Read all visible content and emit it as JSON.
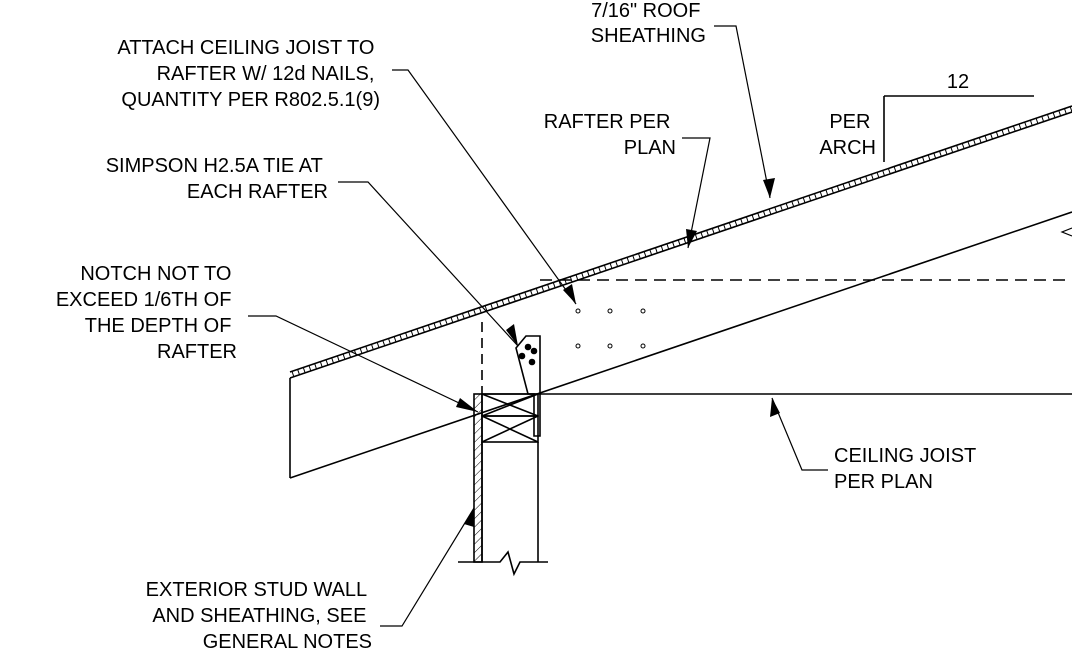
{
  "labels": {
    "sheathing": [
      "7/16\" ROOF",
      "SHEATHING"
    ],
    "attach": [
      "ATTACH CEILING JOIST TO",
      "RAFTER W/ 12d NAILS,",
      "QUANTITY PER R802.5.1(9)"
    ],
    "rafter": [
      "RAFTER PER",
      "PLAN"
    ],
    "simpson": [
      "SIMPSON H2.5A TIE AT",
      "EACH RAFTER"
    ],
    "notch": [
      "NOTCH NOT TO",
      "EXCEED 1/6TH OF",
      "THE DEPTH OF",
      "RAFTER"
    ],
    "pitch_run": "12",
    "per_arch": [
      "PER",
      "ARCH"
    ],
    "ceiling": [
      "CEILING JOIST",
      "PER PLAN"
    ],
    "wall": [
      "EXTERIOR STUD WALL",
      "AND SHEATHING, SEE",
      "GENERAL NOTES"
    ]
  }
}
